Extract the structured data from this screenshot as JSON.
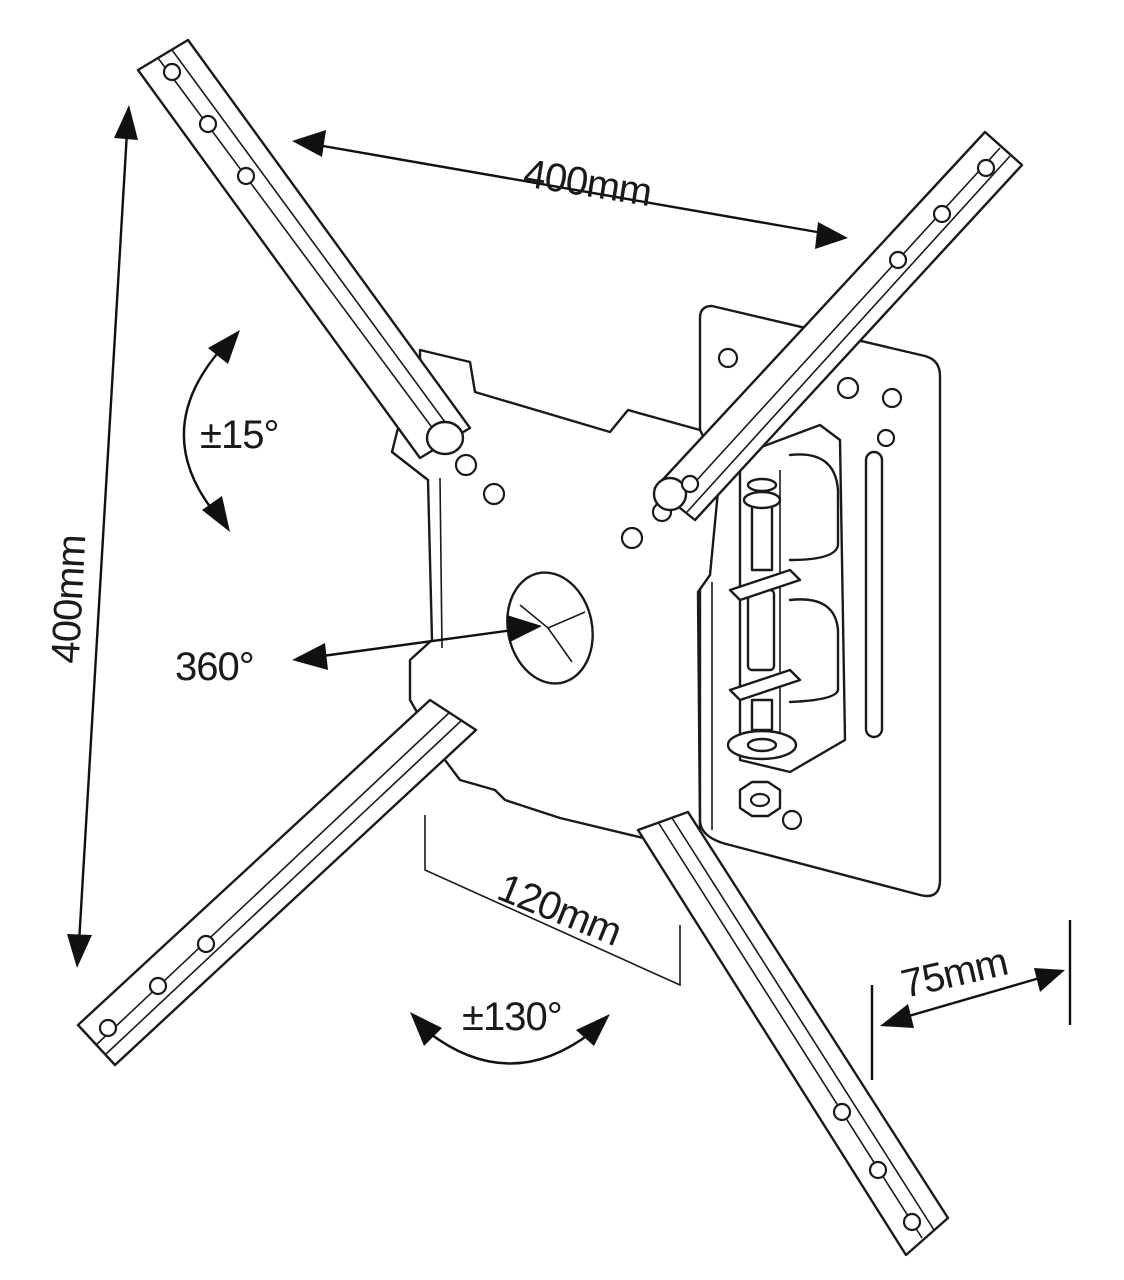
{
  "labels": {
    "top_width": "400mm",
    "left_height": "400mm",
    "tilt": "±15°",
    "rotation": "360°",
    "inner_width": "120mm",
    "swivel": "±130°",
    "depth": "75mm"
  },
  "colors": {
    "line": "#1a1a1a",
    "fill": "#ffffff"
  }
}
